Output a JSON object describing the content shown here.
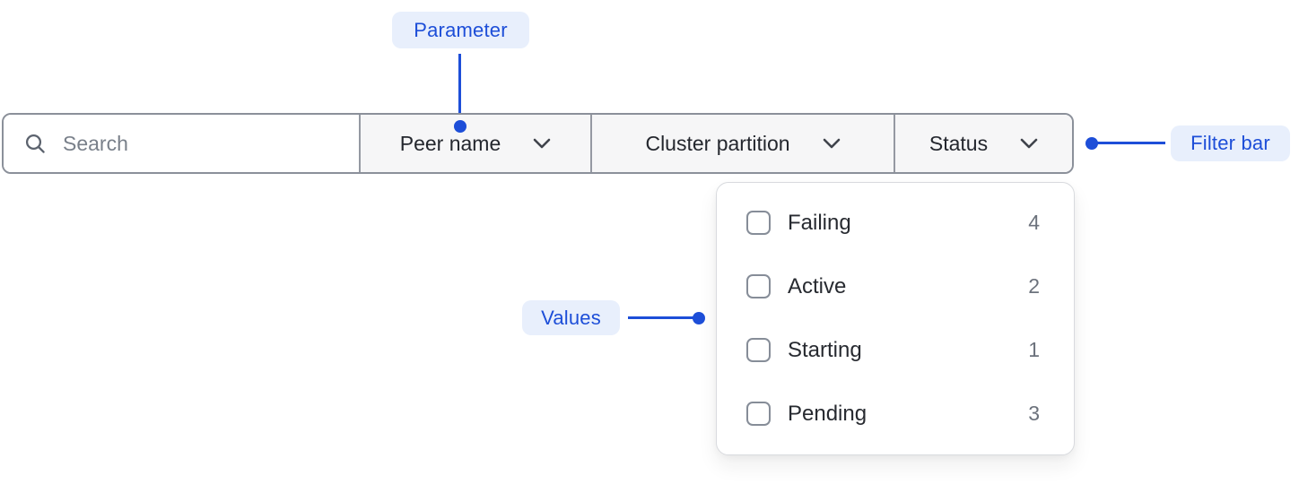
{
  "annotations": {
    "parameter": "Parameter",
    "filter_bar": "Filter bar",
    "values": "Values"
  },
  "filter_bar": {
    "search_placeholder": "Search",
    "parameters": [
      {
        "label": "Peer name"
      },
      {
        "label": "Cluster partition"
      },
      {
        "label": "Status"
      }
    ]
  },
  "values_dropdown": {
    "parent": "Status",
    "options": [
      {
        "label": "Failing",
        "count": 4,
        "checked": false
      },
      {
        "label": "Active",
        "count": 2,
        "checked": false
      },
      {
        "label": "Starting",
        "count": 1,
        "checked": false
      },
      {
        "label": "Pending",
        "count": 3,
        "checked": false
      }
    ]
  },
  "icons": {
    "search": "search-icon",
    "dropdown": "chevron-down-icon"
  },
  "colors": {
    "accent_blue": "#1d4ed8",
    "annotation_badge_bg": "#e8effc",
    "filter_bar_border": "#8b909a",
    "dropdown_section_bg": "#f6f6f7",
    "panel_border": "#d8dade",
    "text_dark": "#272a30",
    "text_muted": "#6c727c"
  }
}
